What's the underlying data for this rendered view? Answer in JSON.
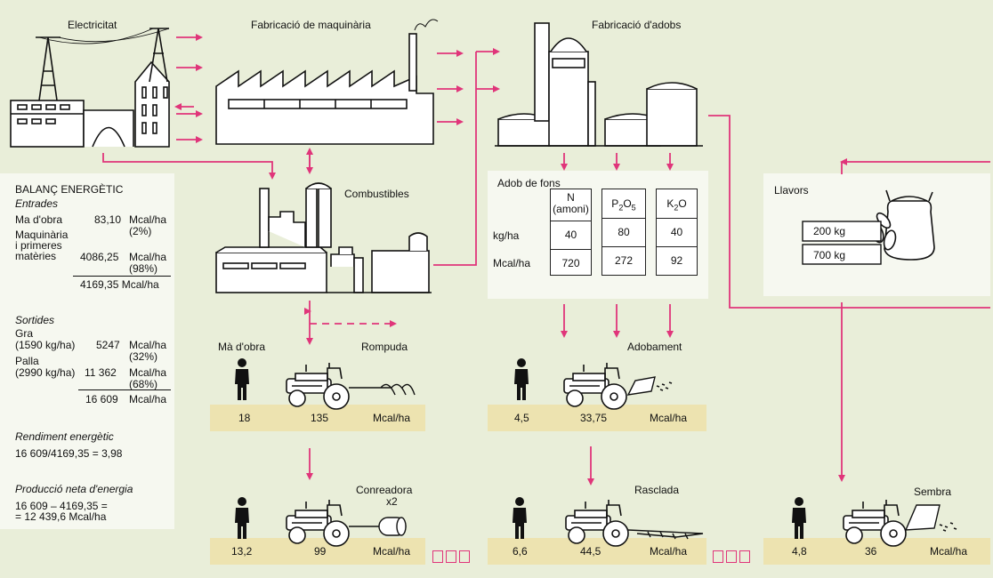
{
  "top": {
    "electricitat": "Electricitat",
    "fabricacio_maquinaria": "Fabricació de maquinària",
    "fabricacio_adobs": "Fabricació d'adobs",
    "combustibles": "Combustibles",
    "llavors": "Llavors"
  },
  "balanc": {
    "title": "BALANÇ ENERGÈTIC",
    "entrades": "Entrades",
    "ma_obra_label": "Ma d'obra",
    "ma_obra_value": "83,10",
    "ma_obra_unit": "Mcal/ha",
    "ma_obra_pct": "(2%)",
    "maquinaria_label_1": "Maquinària",
    "maquinaria_label_2": "i primeres",
    "maquinaria_label_3": "matèries",
    "maquinaria_value": "4086,25",
    "maquinaria_unit": "Mcal/ha",
    "maquinaria_pct": "(98%)",
    "total_entrades": "4169,35 Mcal/ha",
    "sortides": "Sortides",
    "gra_label": "Gra",
    "gra_kg": "(1590 kg/ha)",
    "gra_value": "5247",
    "gra_unit": "Mcal/ha",
    "gra_pct": "(32%)",
    "palla_label": "Palla",
    "palla_kg": "(2990 kg/ha)",
    "palla_value": "11 362",
    "palla_unit": "Mcal/ha",
    "palla_pct": "(68%)",
    "total_sortides": "16 609",
    "total_sortides_unit": "Mcal/ha",
    "rendiment_title": "Rendiment energètic",
    "rendiment_formula": "16 609/4169,35  =  3,98",
    "produccio_title": "Producció neta d'energia",
    "produccio_line1": "16 609 – 4169,35  =",
    "produccio_line2": "= 12 439,6 Mcal/ha"
  },
  "adob": {
    "title": "Adob de fons",
    "row_kg": "kg/ha",
    "row_mcal": "Mcal/ha",
    "n_head_1": "N",
    "n_head_2": "(amoni)",
    "p_head": "P",
    "p_sub1": "2",
    "p_o": "O",
    "p_sub2": "5",
    "k_head": "K",
    "k_sub": "2",
    "k_o": "O",
    "n_kg": "40",
    "p_kg": "80",
    "k_kg": "40",
    "n_mcal": "720",
    "p_mcal": "272",
    "k_mcal": "92"
  },
  "llavors": {
    "v1": "200 kg",
    "v2": "700 kg"
  },
  "ops": {
    "ma_obra": "Mà d'obra",
    "rompuda": "Rompuda",
    "adobament": "Adobament",
    "conreadora_1": "Conreadora",
    "conreadora_2": "x2",
    "rasclada": "Rasclada",
    "sembra": "Sembra",
    "unit": "Mcal/ha",
    "rompuda_ma": "18",
    "rompuda_mcal": "135",
    "adobament_ma": "4,5",
    "adobament_mcal": "33,75",
    "conreadora_ma": "13,2",
    "conreadora_mcal": "99",
    "rasclada_ma": "6,6",
    "rasclada_mcal": "44,5",
    "sembra_ma": "4,8",
    "sembra_mcal": "36"
  },
  "colors": {
    "arrow": "#e0357a",
    "band": "#ede3b0",
    "background": "#e9eed9"
  }
}
